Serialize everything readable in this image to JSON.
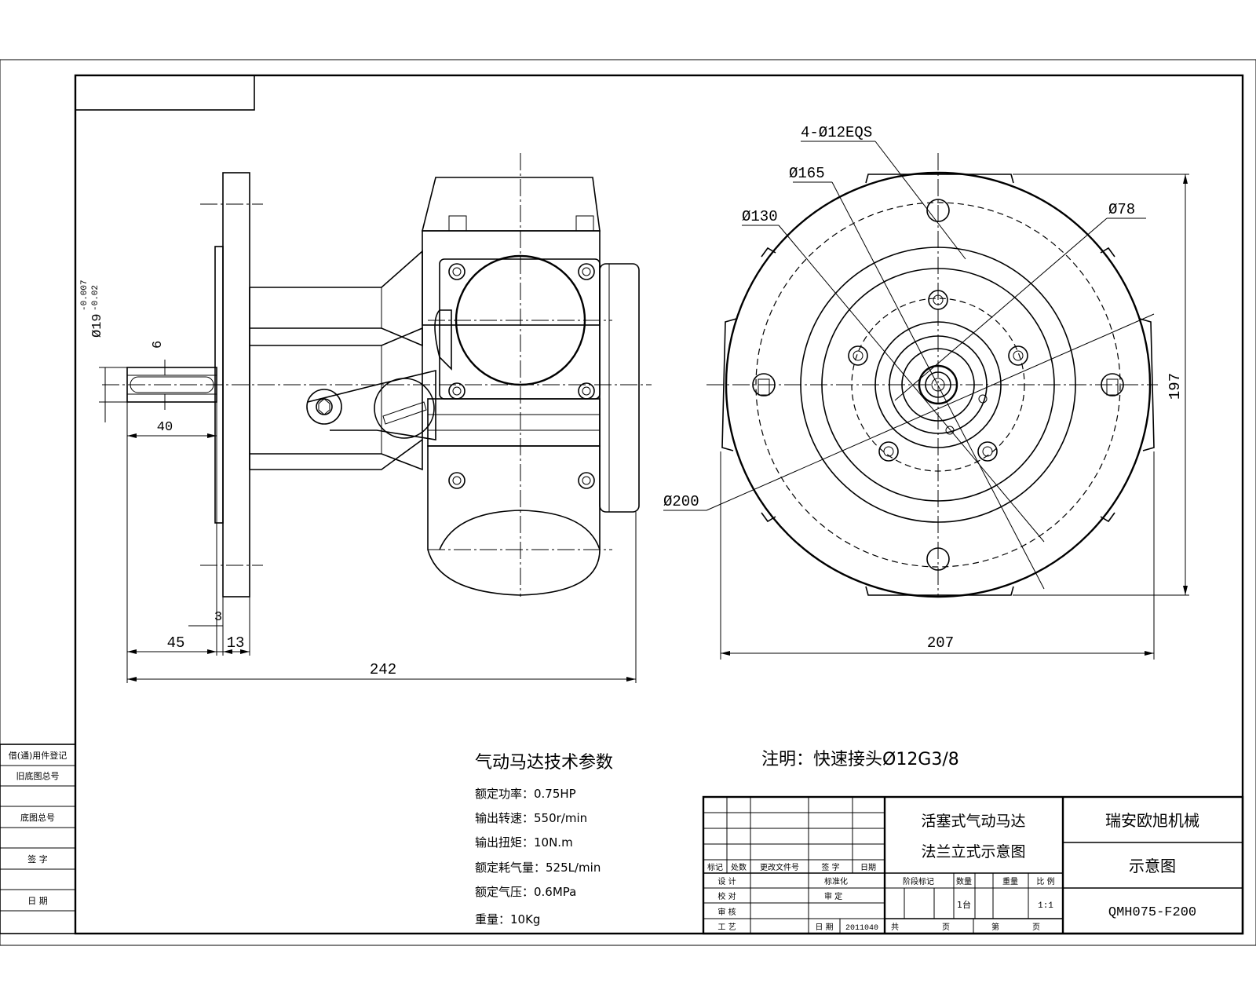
{
  "dimensions": {
    "shaft_dia": "Ø19",
    "shaft_tol_upper": "-0.007",
    "shaft_tol_lower": "-0.02",
    "key_width": "6",
    "shaft_length": "40",
    "flange_offset": "45",
    "flange_thickness": "13",
    "spigot": "3",
    "overall_length": "242",
    "bolt_holes": "4-Ø12EQS",
    "d165": "Ø165",
    "d130": "Ø130",
    "d78": "Ø78",
    "d200": "Ø200",
    "height": "197",
    "width": "207"
  },
  "note": "注明：快速接头Ø12G3/8",
  "specs": {
    "title": "气动马达技术参数",
    "lines": [
      "额定功率：0.75HP",
      "输出转速：550r/min",
      "输出扭矩：10N.m",
      "额定耗气量：525L/min",
      "额定气压：0.6MPa",
      "重量：10Kg"
    ]
  },
  "left_stub": {
    "r1": "借(通)用件登记",
    "r2": "旧底图总号",
    "r3": "底图总号",
    "r4": "签 字",
    "r5": "日 期"
  },
  "title_block": {
    "drawing_name_1": "活塞式气动马达",
    "drawing_name_2": "法兰立式示意图",
    "company": "瑞安欧旭机械",
    "sheet_type": "示意图",
    "drawing_no": "QMH075-F200",
    "rev_headers": [
      "标记",
      "处数",
      "更改文件号",
      "签 字",
      "日期"
    ],
    "row_design": "设 计",
    "row_check": "校 对",
    "row_review": "审 核",
    "row_process": "工 艺",
    "std": "标准化",
    "approve": "审 定",
    "date_label": "日 期",
    "date_value": "2011040",
    "stage": "阶段标记",
    "qty": "数量",
    "weight": "重量",
    "scale_label": "比 例",
    "qty_value": "1台",
    "scale_value": "1:1",
    "sheets_total": "共",
    "sheet_no": "第",
    "page": "页",
    "page2": "页"
  }
}
